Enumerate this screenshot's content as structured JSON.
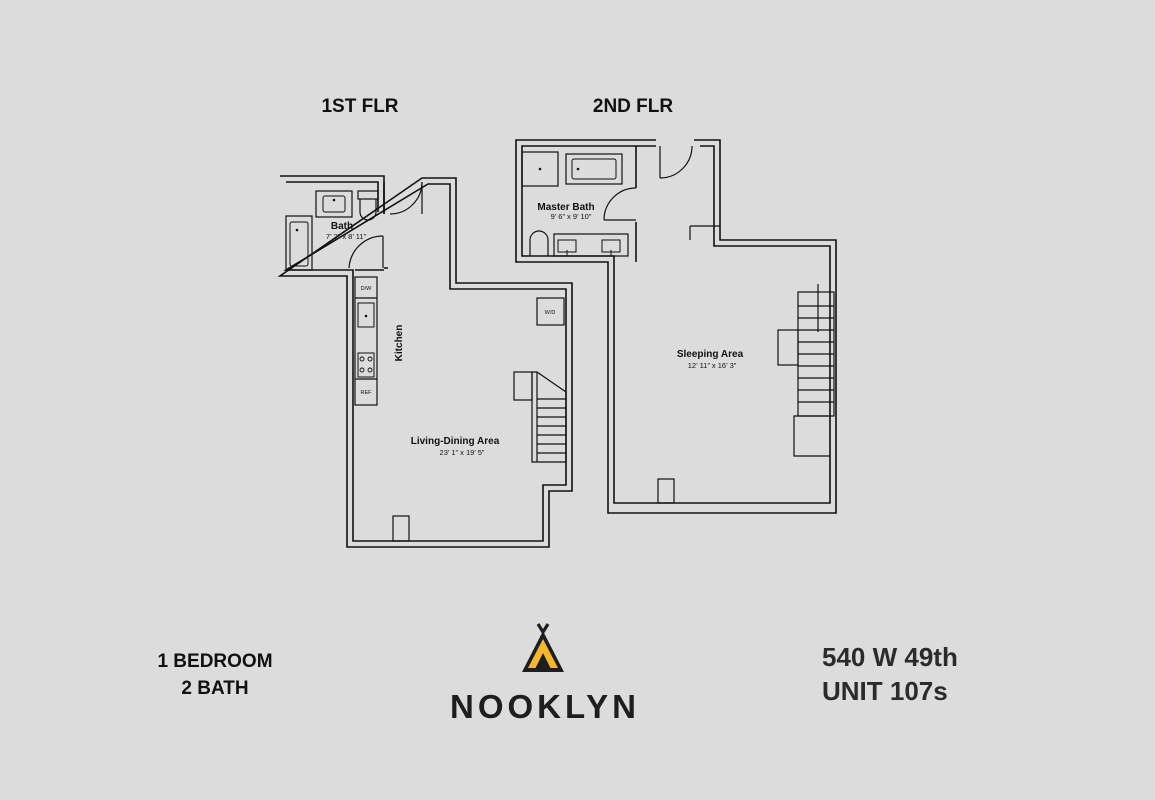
{
  "floors": {
    "first": {
      "title": "1ST FLR",
      "rooms": [
        {
          "name": "Bath",
          "dims": "7’ 2” x 8’ 11”"
        },
        {
          "name": "Kitchen",
          "dims": ""
        },
        {
          "name": "Living-Dining Area",
          "dims": "23’ 1” x 19’ 5”"
        }
      ],
      "appliances": [
        "D/W",
        "REF",
        "W/D"
      ]
    },
    "second": {
      "title": "2ND FLR",
      "rooms": [
        {
          "name": "Master Bath",
          "dims": "9’ 6” x 9’ 10”"
        },
        {
          "name": "Sleeping Area",
          "dims": "12’ 11” x 16’ 3”"
        }
      ]
    }
  },
  "unit_info": {
    "bedrooms": "1 BEDROOM",
    "baths": "2 BATH"
  },
  "address": {
    "street": "540 W 49th",
    "unit": "UNIT 107s"
  },
  "brand": {
    "name": "NOOKLYN",
    "icon": "teepee-icon",
    "accent": "#f5b731"
  },
  "colors": {
    "background": "#dcdcdc",
    "wall": "#111111"
  }
}
